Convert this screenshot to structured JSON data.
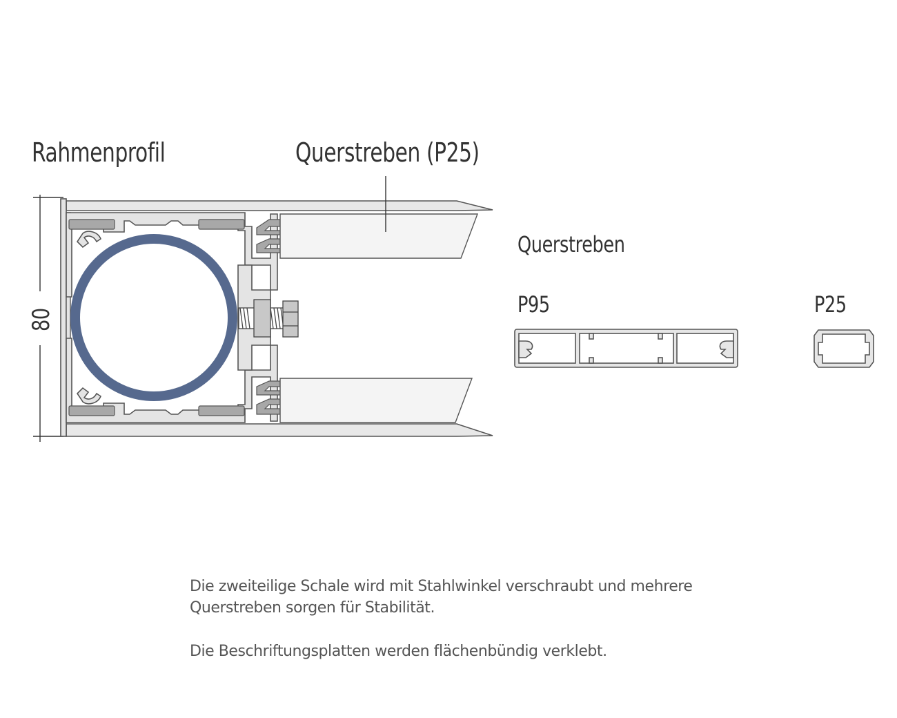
{
  "labels": {
    "frame_profile": "Rahmenprofil",
    "crossbar_p25_callout": "Querstreben (P25)",
    "crossbars_title": "Querstreben",
    "profile_p95": "P95",
    "profile_p25": "P25",
    "dimension_height": "80"
  },
  "description": {
    "paragraph_1_line_1": "Die zweiteilige Schale wird mit Stahlwinkel verschraubt und mehrere",
    "paragraph_1_line_2": "Querstreben sorgen für Stabilität.",
    "paragraph_2": "Die Beschriftungsplatten werden flächenbündig verklebt."
  },
  "colors": {
    "outline": "#555555",
    "aluminum_fill": "#e4e4e4",
    "insert_gray": "#a8a8a8",
    "tube_blue": "#56698e",
    "panel_fill": "#f4f4f4",
    "text": "#333333"
  }
}
